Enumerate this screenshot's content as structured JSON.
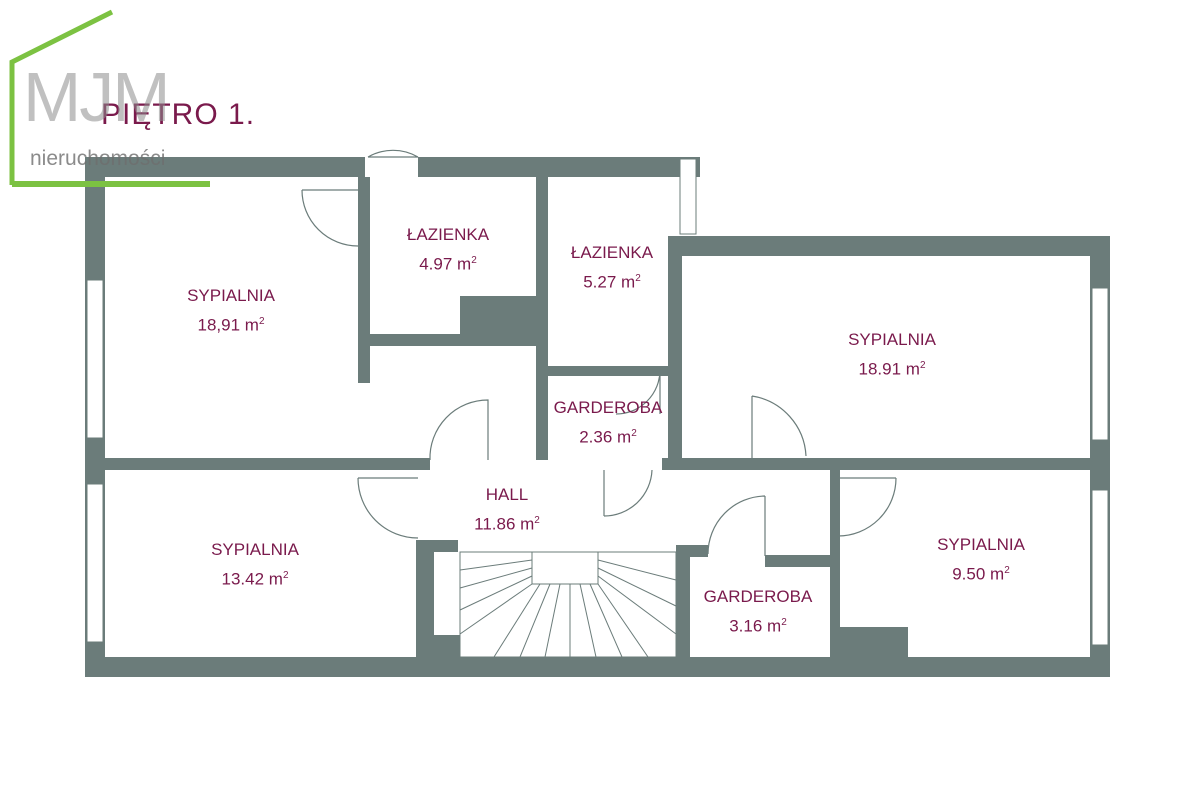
{
  "floor_title": "PIĘTRO 1.",
  "logo": {
    "mark": "MJM",
    "sub": "nieruchomości",
    "color": "#7cc242"
  },
  "colors": {
    "wall": "#6b7c7a",
    "text": "#7a1a4c"
  },
  "rooms": [
    {
      "id": "bedroom-1",
      "name": "SYPIALNIA",
      "area": "18,91 m",
      "unit_sup": "2"
    },
    {
      "id": "bathroom-1",
      "name": "ŁAZIENKA",
      "area": "4.97 m",
      "unit_sup": "2"
    },
    {
      "id": "bathroom-2",
      "name": "ŁAZIENKA",
      "area": "5.27 m",
      "unit_sup": "2"
    },
    {
      "id": "bedroom-2",
      "name": "SYPIALNIA",
      "area": "18.91 m",
      "unit_sup": "2"
    },
    {
      "id": "wardrobe-1",
      "name": "GARDEROBA",
      "area": "2.36 m",
      "unit_sup": "2"
    },
    {
      "id": "hall",
      "name": "HALL",
      "area": "11.86 m",
      "unit_sup": "2"
    },
    {
      "id": "bedroom-3",
      "name": "SYPIALNIA",
      "area": "13.42 m",
      "unit_sup": "2"
    },
    {
      "id": "wardrobe-2",
      "name": "GARDEROBA",
      "area": "3.16 m",
      "unit_sup": "2"
    },
    {
      "id": "bedroom-4",
      "name": "SYPIALNIA",
      "area": "9.50 m",
      "unit_sup": "2"
    }
  ]
}
